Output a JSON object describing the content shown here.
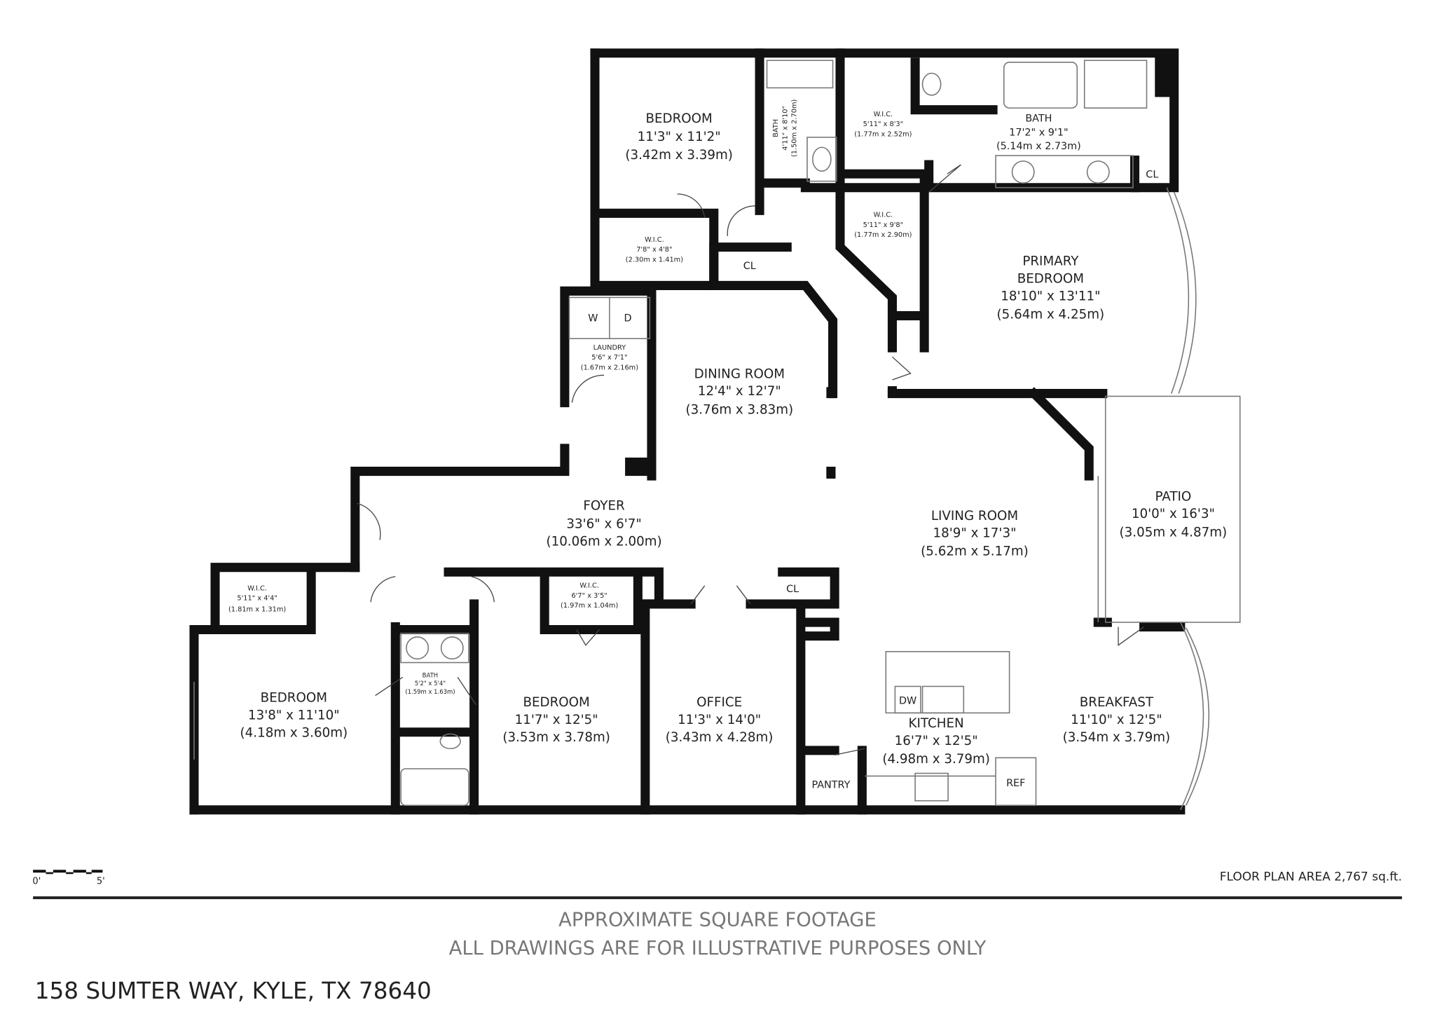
{
  "rooms": {
    "bedroom_top": {
      "name": "BEDROOM",
      "imperial": "11'3\" x 11'2\"",
      "metric": "(3.42m x 3.39m)"
    },
    "bath_top": {
      "name": "BATH",
      "imperial": "4'11\" x 8'10\"",
      "metric": "(1.50m x 2.70m)"
    },
    "wic_primary_1": {
      "name": "W.I.C.",
      "imperial": "5'11\" x 8'3\"",
      "metric": "(1.77m x 2.52m)"
    },
    "bath_primary": {
      "name": "BATH",
      "imperial": "17'2\" x 9'1\"",
      "metric": "(5.14m x 2.73m)"
    },
    "cl_primary": {
      "name": "CL"
    },
    "wic_primary_2": {
      "name": "W.I.C.",
      "imperial": "5'11\" x 9'8\"",
      "metric": "(1.77m x 2.90m)"
    },
    "wic_top": {
      "name": "W.I.C.",
      "imperial": "7'8\" x 4'8\"",
      "metric": "(2.30m x 1.41m)"
    },
    "cl_hall": {
      "name": "CL"
    },
    "washer": {
      "name": "W"
    },
    "dryer": {
      "name": "D"
    },
    "laundry": {
      "name": "LAUNDRY",
      "imperial": "5'6\" x 7'1\"",
      "metric": "(1.67m x 2.16m)"
    },
    "primary_bedroom": {
      "name1": "PRIMARY",
      "name2": "BEDROOM",
      "imperial": "18'10\" x 13'11\"",
      "metric": "(5.64m x 4.25m)"
    },
    "dining": {
      "name": "DINING ROOM",
      "imperial": "12'4\" x 12'7\"",
      "metric": "(3.76m x 3.83m)"
    },
    "foyer": {
      "name": "FOYER",
      "imperial": "33'6\" x 6'7\"",
      "metric": "(10.06m x 2.00m)"
    },
    "living": {
      "name": "LIVING ROOM",
      "imperial": "18'9\" x 17'3\"",
      "metric": "(5.62m x 5.17m)"
    },
    "patio": {
      "name": "PATIO",
      "imperial": "10'0\" x 16'3\"",
      "metric": "(3.05m x 4.87m)"
    },
    "wic_left": {
      "name": "W.I.C.",
      "imperial": "5'11\" x 4'4\"",
      "metric": "(1.81m x 1.31m)"
    },
    "wic_mid": {
      "name": "W.I.C.",
      "imperial": "6'7\" x 3'5\"",
      "metric": "(1.97m x 1.04m)"
    },
    "cl_office": {
      "name": "CL"
    },
    "bedroom_left": {
      "name": "BEDROOM",
      "imperial": "13'8\" x 11'10\"",
      "metric": "(4.18m x 3.60m)"
    },
    "bath_mid": {
      "name": "BATH",
      "imperial": "5'2\" x 5'4\"",
      "metric": "(1.59m x 1.63m)"
    },
    "bedroom_mid": {
      "name": "BEDROOM",
      "imperial": "11'7\" x 12'5\"",
      "metric": "(3.53m x 3.78m)"
    },
    "office": {
      "name": "OFFICE",
      "imperial": "11'3\" x 14'0\"",
      "metric": "(3.43m x 4.28m)"
    },
    "dishwasher": {
      "name": "DW"
    },
    "kitchen": {
      "name": "KITCHEN",
      "imperial": "16'7\" x 12'5\"",
      "metric": "(4.98m x 3.79m)"
    },
    "breakfast": {
      "name": "BREAKFAST",
      "imperial": "11'10\" x 12'5\"",
      "metric": "(3.54m x 3.79m)"
    },
    "pantry": {
      "name": "PANTRY"
    },
    "ref": {
      "name": "REF"
    }
  },
  "scale": {
    "start": "0'",
    "end": "5'"
  },
  "floor_area": "FLOOR PLAN AREA 2,767 sq.ft.",
  "footer": {
    "line1": "APPROXIMATE SQUARE FOOTAGE",
    "line2": "ALL DRAWINGS ARE FOR ILLUSTRATIVE PURPOSES ONLY",
    "address": "158 SUMTER WAY, KYLE, TX 78640"
  }
}
